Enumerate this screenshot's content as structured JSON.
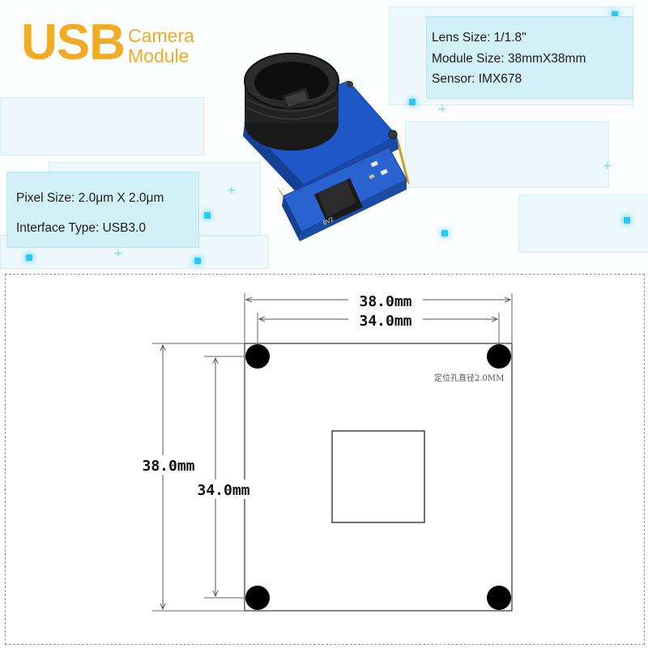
{
  "logo": {
    "usb": "USB",
    "line1": "Camera",
    "line2": "Module"
  },
  "specs_right": {
    "lens_size": "Lens Size: 1/1.8\"",
    "module_size": "Module Size: 38mmX38mm",
    "sensor": "Sensor: IMX678"
  },
  "specs_left": {
    "pixel_size": "Pixel Size: 2.0μm X 2.0μm",
    "interface": "Interface Type: USB3.0"
  },
  "camera_board": {
    "silkscreen": "0V2"
  },
  "dimensions": {
    "outer_width": "38.0mm",
    "hole_spacing_width": "34.0mm",
    "outer_height": "38.0mm",
    "hole_spacing_height": "34.0mm",
    "hole_note": "定位孔直径2.0MM"
  },
  "colors": {
    "logo_orange": "#f2ab24",
    "pcb_blue": "#1f57c6",
    "glow_cyan": "#2ec6f2"
  }
}
